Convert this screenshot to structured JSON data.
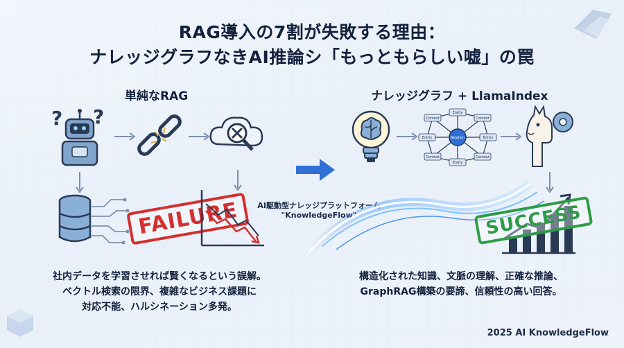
{
  "title": {
    "line1": "RAG導入の7割が失敗する理由：",
    "line2": "ナレッジグラフなきAI推論シ「もっともらしい嘘」の罠"
  },
  "left": {
    "title": "単純なRAG",
    "stamp": "FAILURE",
    "caption": [
      "社内データを学習させれば賢くなるという誤解。",
      "ベクトル検索の限界、複雑なビジネス課題に",
      "対応不能、ハルシネーション多発。"
    ]
  },
  "right": {
    "title": "ナレッジグラフ + LlamaIndex",
    "stamp": "SUCCESS",
    "graph": {
      "center": "Relation",
      "nodes": [
        "Entity",
        "Context",
        "Entity",
        "Context",
        "Entity",
        "Context",
        "Entity",
        "Context"
      ]
    },
    "caption": [
      "構造化された知識、文脈の理解、正確な推論、",
      "GraphRAG構築の要諦、信頼性の高い回答。"
    ]
  },
  "platform": {
    "line1": "AI駆動型ナレッジプラットフォーム",
    "line2": "\"KnowledgeFlow\""
  },
  "footer": "2025 AI KnowledgeFlow",
  "colors": {
    "failure": "#d32f2f",
    "success": "#2e9c46",
    "accent": "#2f6fd6"
  }
}
